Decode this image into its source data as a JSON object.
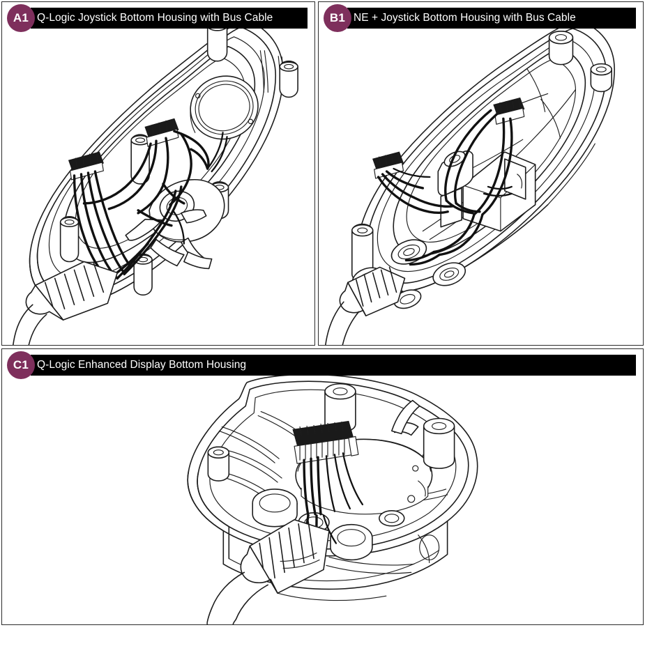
{
  "document": {
    "type": "technical-assembly-illustration",
    "panel_count": 3,
    "line_art_color": "#1d1d1d",
    "accent_color": "#7e2f5c",
    "header_bg_color": "#000000",
    "header_text_color": "#ffffff",
    "background_color": "#ffffff"
  },
  "panels": [
    {
      "badge": "A1",
      "title": "Q-Logic Joystick Bottom Housing with Bus Cable",
      "illustration": "oval joystick bottom housing shell shown in isometric view, containing a circular speaker module, several threaded standoff bosses, two multi-pin wire harness connectors, bundled black wires routed to a cable strain-relief gland, and a bus cable exiting the lower left"
    },
    {
      "badge": "B1",
      "title": "NE + Joystick Bottom Housing with Bus Cable",
      "illustration": "oval joystick bottom housing shell shown in isometric view with an internal bracket assembly, two multi-pin wire harness connectors joined by looping black wires, mounting bosses, and a bus cable exiting through a strain relief at the lower left"
    },
    {
      "badge": "C1",
      "title": "Q-Logic Enhanced Display Bottom Housing",
      "illustration": "hexagonal enhanced display bottom housing shown in isometric view with internal ribs, a large circular recess, mounting bosses, a ten-pin ribbon connector with black wires running down to a cable strain-relief gland, and a cable exiting the bottom"
    }
  ]
}
